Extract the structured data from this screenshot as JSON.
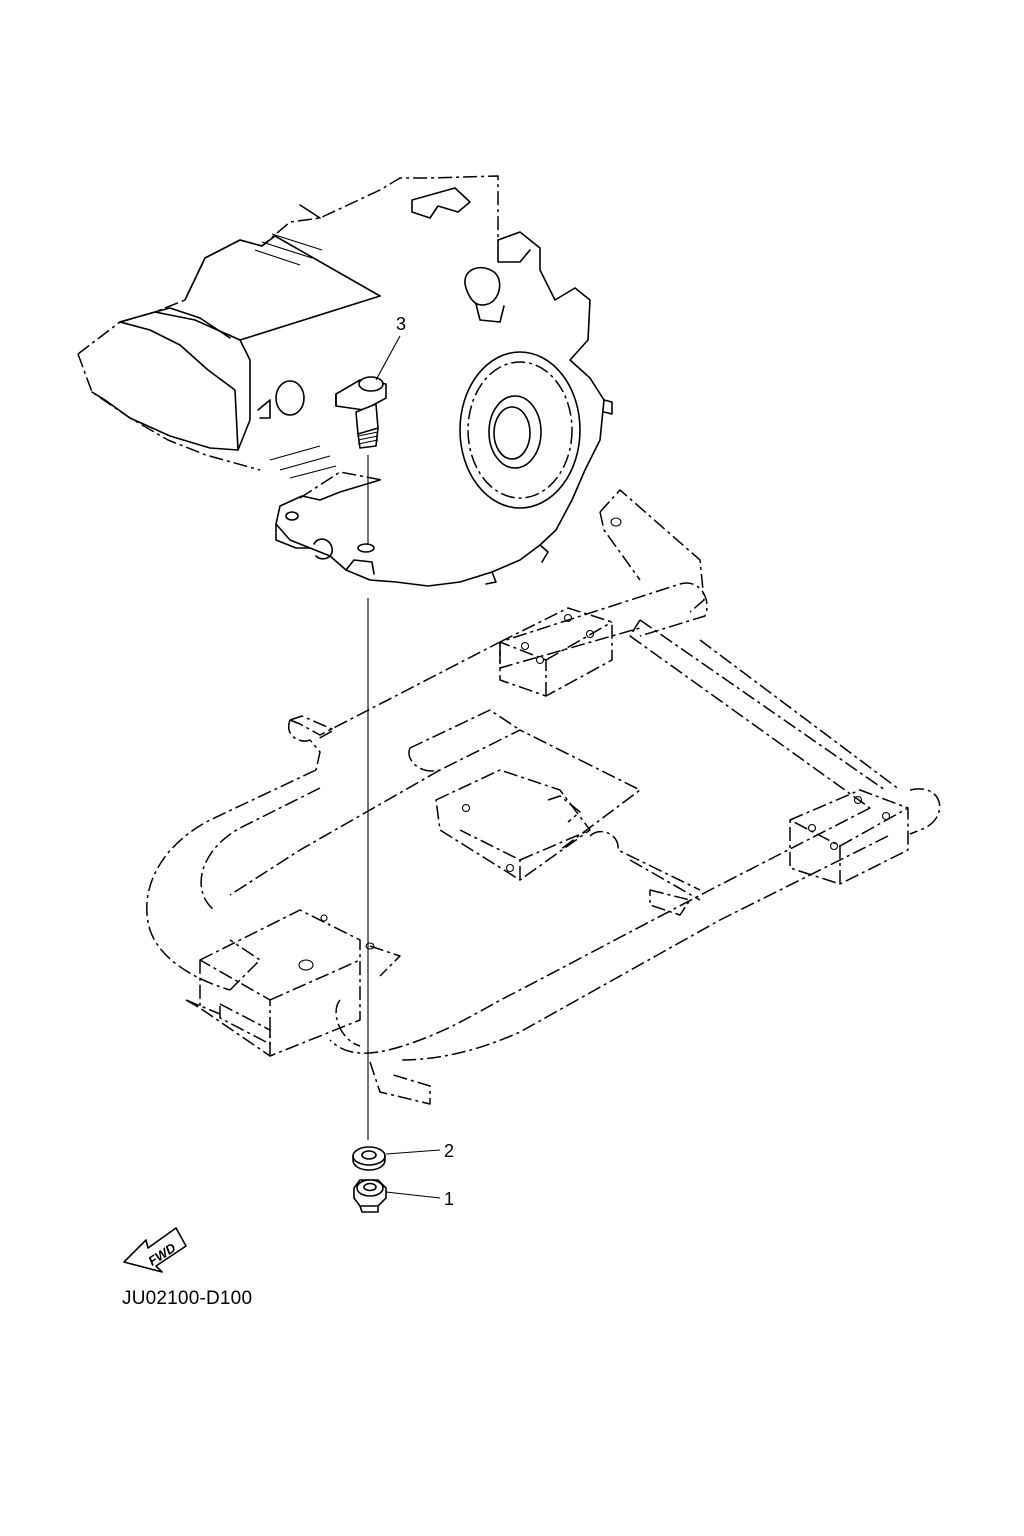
{
  "callouts": [
    {
      "id": "1",
      "label": "1"
    },
    {
      "id": "2",
      "label": "2"
    },
    {
      "id": "3",
      "label": "3"
    }
  ],
  "direction_badge": {
    "label": "FWD"
  },
  "diagram_code": "JU02100-D100"
}
